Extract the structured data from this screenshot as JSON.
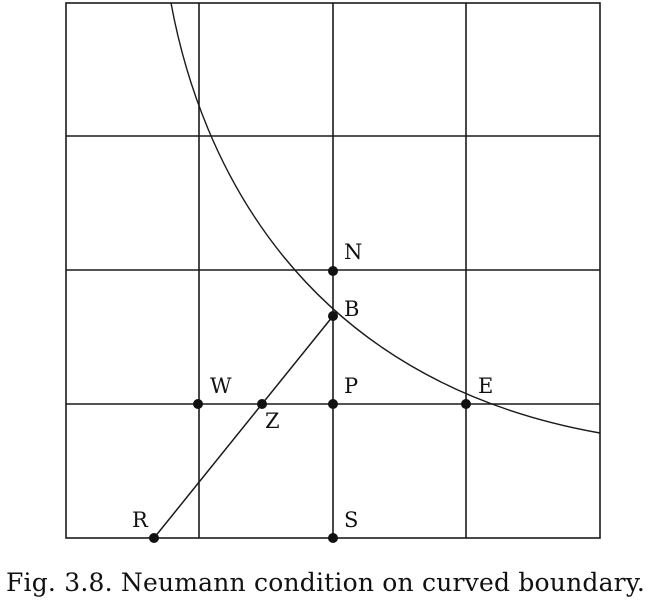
{
  "figure": {
    "caption": "Fig. 3.8.  Neumann condition on curved boundary.",
    "points": [
      {
        "id": "N",
        "label": "N"
      },
      {
        "id": "B",
        "label": "B"
      },
      {
        "id": "W",
        "label": "W"
      },
      {
        "id": "Z",
        "label": "Z"
      },
      {
        "id": "P",
        "label": "P"
      },
      {
        "id": "E",
        "label": "E"
      },
      {
        "id": "R",
        "label": "R"
      },
      {
        "id": "S",
        "label": "S"
      }
    ]
  }
}
